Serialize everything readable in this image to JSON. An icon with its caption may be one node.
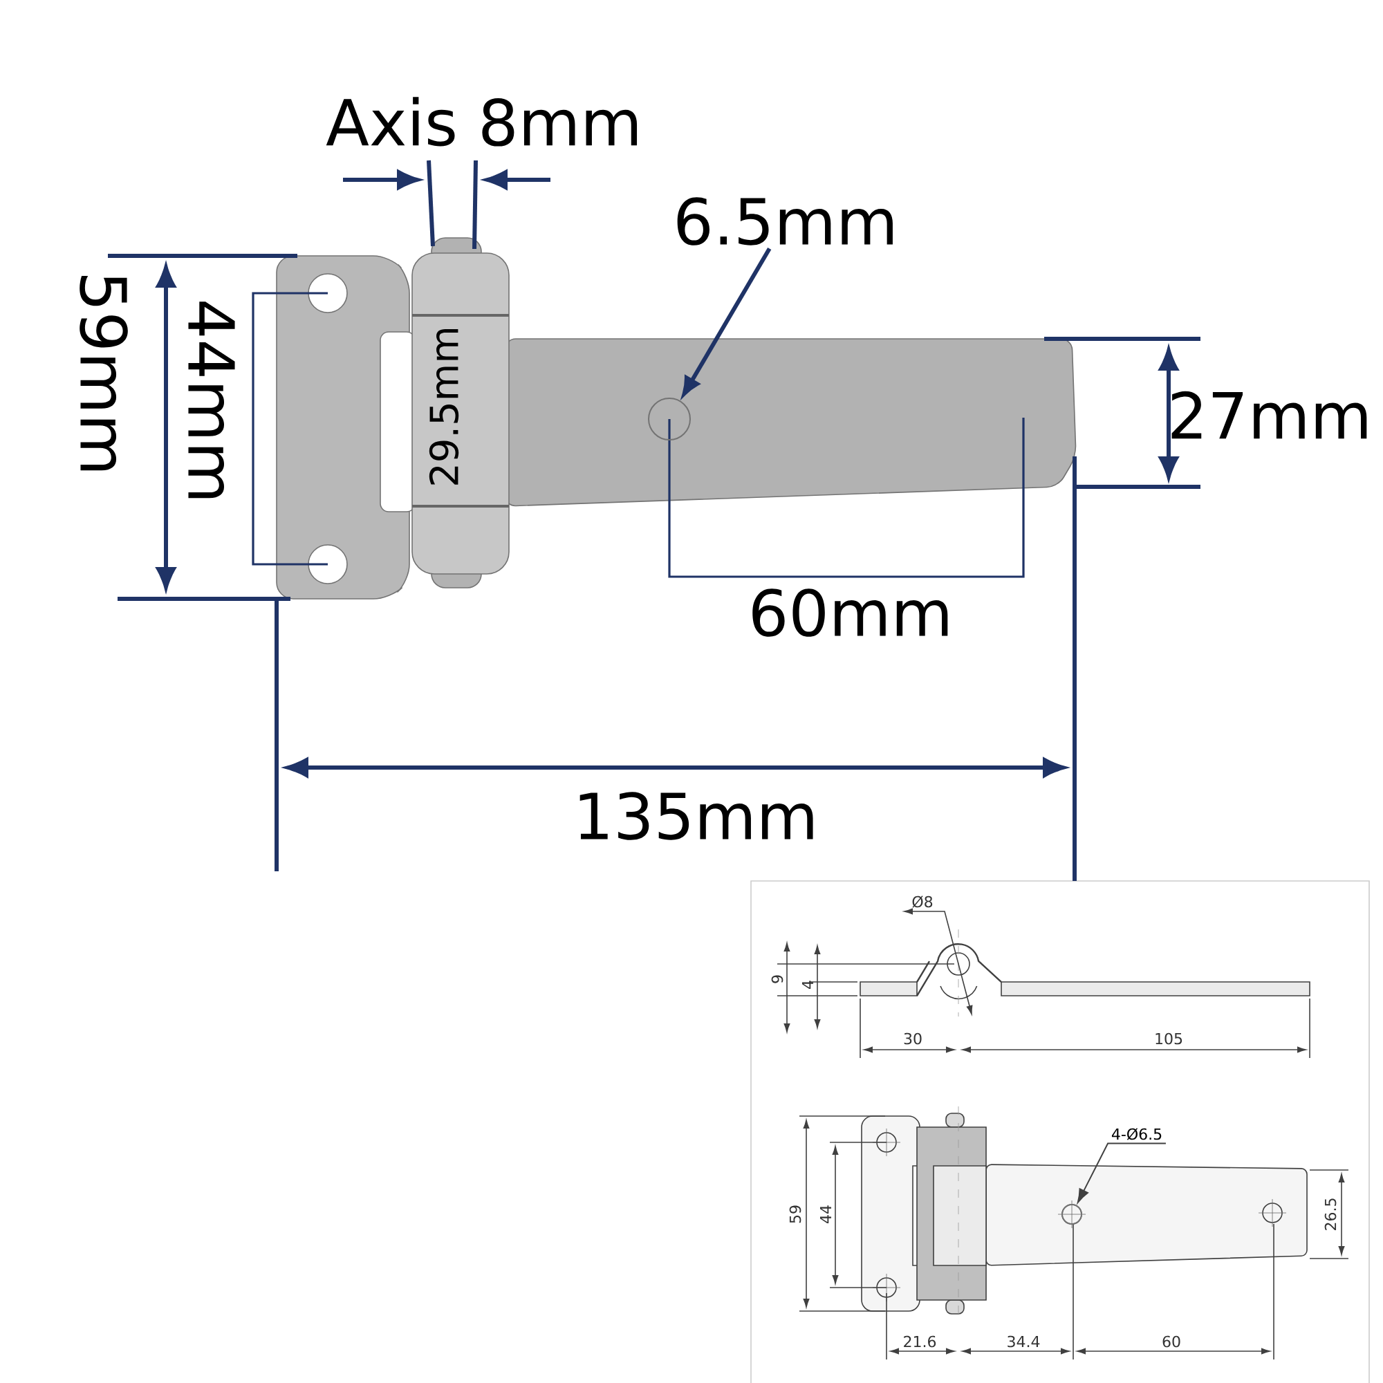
{
  "diagram": {
    "nodes": [
      {
        "text": [
          "6.5mm"
        ]
      },
      {
        "text": [],
        "shape": "circle"
      },
      {
        "text": [
          "4-Ø6.5"
        ]
      },
      {
        "text": [],
        "shape": "circle"
      }
    ],
    "edges": [
      {
        "from": 0,
        "to": 1,
        "arrow": "to",
        "style": "thick",
        "color": "#1f3366"
      },
      {
        "from": 2,
        "to": 3,
        "arrow": "to"
      }
    ],
    "labels": [
      "Axis 8mm",
      "59mm",
      "44mm",
      "29.5mm",
      "27mm",
      "60mm",
      "135mm",
      "Ø8",
      "9",
      "4",
      "30",
      "105",
      "59",
      "44",
      "26.5",
      "21.6",
      "34.4",
      "60"
    ]
  }
}
